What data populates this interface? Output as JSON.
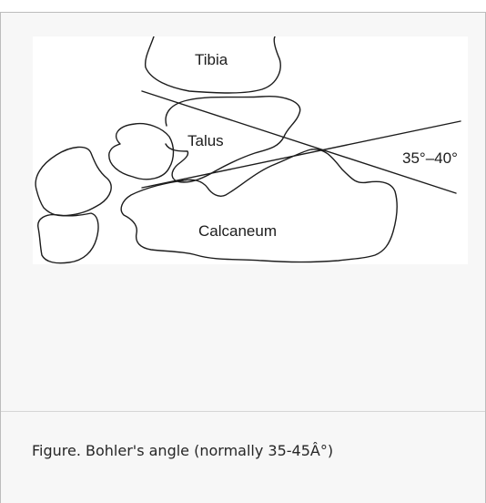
{
  "figure": {
    "labels": {
      "tibia": "Tibia",
      "talus": "Talus",
      "calcaneum": "Calcaneum",
      "angle": "35°–40°"
    }
  },
  "caption": "Figure. Bohler's angle (normally 35-45Â°)",
  "colors": {
    "card_background": "#f7f7f7",
    "figure_background": "#ffffff",
    "line": "#1c1c1c",
    "border": "#bdbdbd"
  }
}
